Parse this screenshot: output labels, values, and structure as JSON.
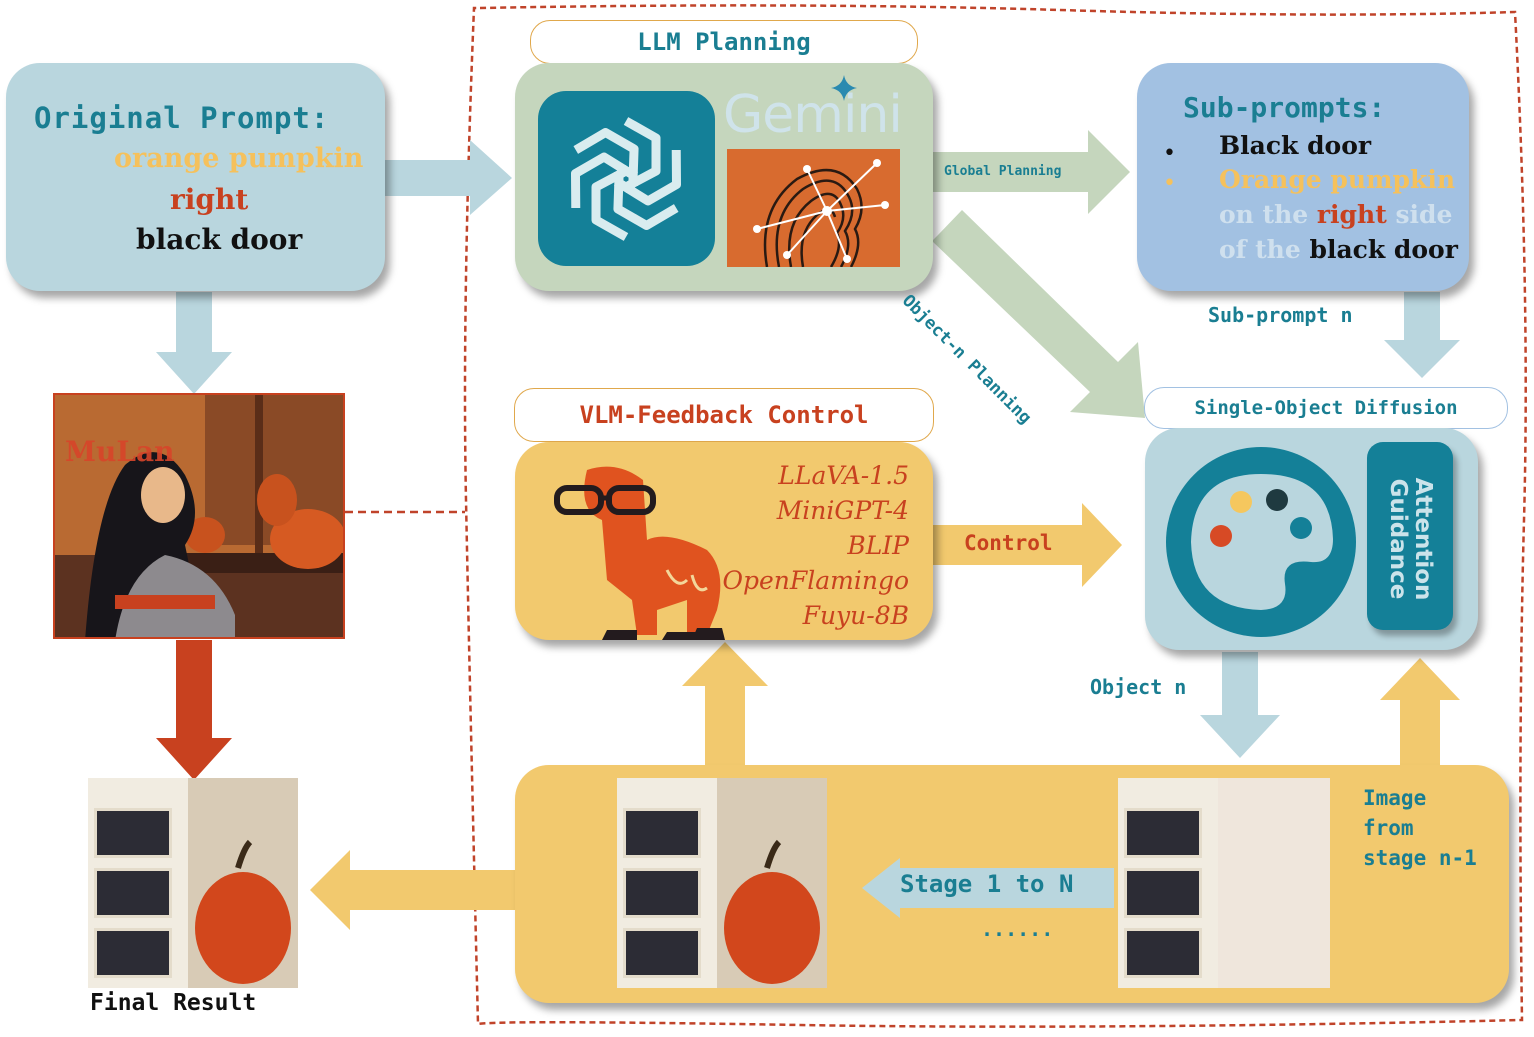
{
  "original_prompt": {
    "title": "Original Prompt:",
    "line1": "orange pumpkin",
    "line2": "right",
    "line3": "black door"
  },
  "llm_planning": {
    "label": "LLM Planning",
    "gemini_logo_text": "Gemini"
  },
  "sub_prompts": {
    "title": "Sub-prompts:",
    "bullet1": "Black door",
    "bullet2": "Orange pumpkin",
    "bullet2_cont_a": "on the ",
    "bullet2_cont_b": "right",
    "bullet2_cont_c": " side",
    "bullet2_cont_d": "of the ",
    "bullet2_cont_e": "black door"
  },
  "arrows": {
    "global_planning": "Global Planning",
    "object_n_planning": "Object-n Planning",
    "sub_prompt_n": "Sub-prompt n",
    "control": "Control",
    "object_n": "Object n",
    "stage": "Stage 1 to N",
    "ellipsis": "......",
    "image_from_stage": [
      "Image",
      "from",
      "stage n-1"
    ]
  },
  "mulan": {
    "watermark": "MuLan"
  },
  "vlm_feedback": {
    "label": "VLM-Feedback Control",
    "models": [
      "LLaVA-1.5",
      "MiniGPT-4",
      "BLIP",
      "OpenFlamingo",
      "Fuyu-8B"
    ]
  },
  "single_object_diffusion": {
    "label": "Single-Object Diffusion",
    "attention_guidance": [
      "Attention",
      "Guidance"
    ]
  },
  "final_result": {
    "label": "Final Result"
  },
  "colors": {
    "light_blue_box": "#b9d6de",
    "sub_prompt_box": "#a2c1e2",
    "llm_box": "#c5d6bd",
    "yellow_box": "#f2c96e",
    "teal_text": "#1a7e92",
    "orange": "#f5c15c",
    "red": "#c8411f",
    "dashed_border": "#c0432a"
  }
}
